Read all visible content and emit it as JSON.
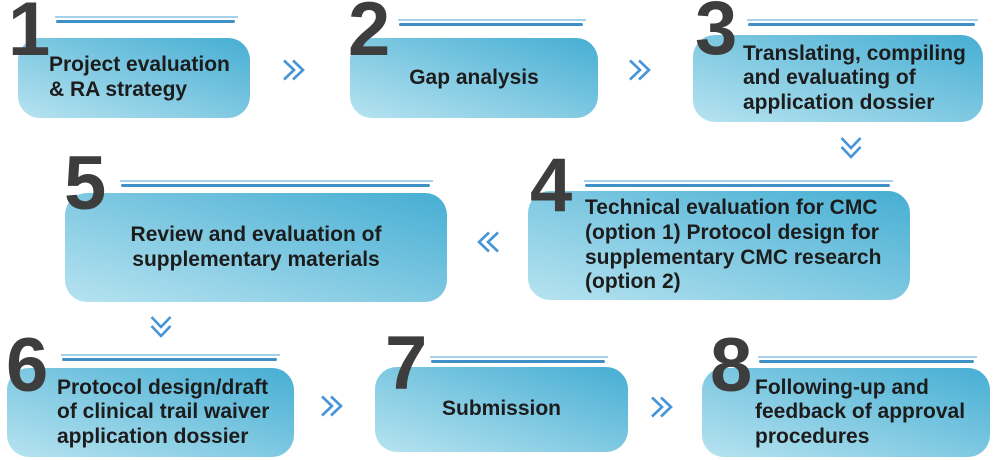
{
  "diagram": {
    "type": "process-flow",
    "steps": [
      {
        "number": "1",
        "label": [
          "Project evaluation",
          "& RA strategy"
        ]
      },
      {
        "number": "2",
        "label": [
          "Gap analysis"
        ]
      },
      {
        "number": "3",
        "label": [
          "Translating, compiling",
          "and evaluating of",
          "application dossier"
        ]
      },
      {
        "number": "4",
        "label": [
          "Technical evaluation for CMC",
          "(option 1) Protocol design for",
          "supplementary CMC research",
          "(option 2)"
        ]
      },
      {
        "number": "5",
        "label": [
          "Review and evaluation of",
          "supplementary materials"
        ]
      },
      {
        "number": "6",
        "label": [
          "Protocol design/draft",
          "of clinical trail waiver",
          "application dossier"
        ]
      },
      {
        "number": "7",
        "label": [
          "Submission"
        ]
      },
      {
        "number": "8",
        "label": [
          "Following-up and",
          "feedback of approval",
          "procedures"
        ]
      }
    ],
    "connectors": [
      {
        "from": "1",
        "to": "2",
        "direction": "right",
        "icon": "double-chevron-right"
      },
      {
        "from": "2",
        "to": "3",
        "direction": "right",
        "icon": "double-chevron-right"
      },
      {
        "from": "3",
        "to": "4",
        "direction": "down",
        "icon": "double-chevron-down"
      },
      {
        "from": "4",
        "to": "5",
        "direction": "left",
        "icon": "double-chevron-left"
      },
      {
        "from": "5",
        "to": "6",
        "direction": "down",
        "icon": "double-chevron-down"
      },
      {
        "from": "6",
        "to": "7",
        "direction": "right",
        "icon": "double-chevron-right"
      },
      {
        "from": "7",
        "to": "8",
        "direction": "right",
        "icon": "double-chevron-right"
      }
    ],
    "colors": {
      "box_gradient_light": "#b7e3f0",
      "box_gradient_dark": "#46aed3",
      "rule_light": "#a5d2ea",
      "rule_dark": "#4090c8",
      "chevron_blue": "#4694d8",
      "number_gray": "#3d3d3d",
      "text_dark": "#1c1c1c",
      "background": "#ffffff"
    }
  }
}
